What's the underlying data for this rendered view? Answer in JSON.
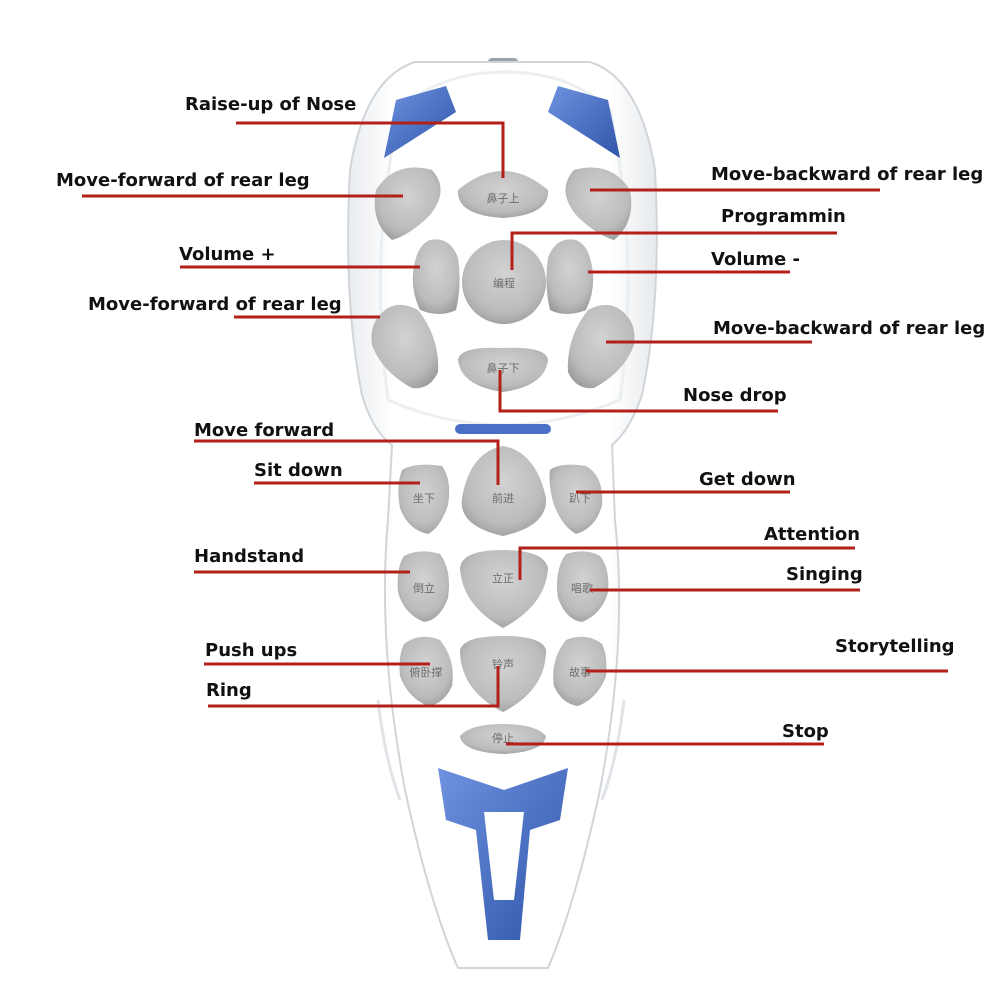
{
  "colors": {
    "leader_line": "#b3201a",
    "accent_blue": "#4a6fc4",
    "button_gray": "#bdbdbd",
    "body_white": "#ffffff"
  },
  "remote": {
    "buttons": {
      "nose_up": "鼻子上",
      "program": "编程",
      "nose_down": "鼻子下",
      "forward": "前进",
      "sit": "坐下",
      "lie": "趴下",
      "stand": "立正",
      "handstand": "倒立",
      "sing": "唱歌",
      "ring": "铃声",
      "pushup": "俯卧撑",
      "story": "故事",
      "stop": "停止"
    }
  },
  "labels": {
    "raise_nose": "Raise-up of Nose",
    "fwd_rear_leg_1": "Move-forward of rear leg",
    "back_rear_leg_1": "Move-backward of rear leg",
    "programming": "Programmin",
    "volume_plus": "Volume +",
    "volume_minus": "Volume -",
    "fwd_rear_leg_2": "Move-forward of rear leg",
    "back_rear_leg_2": "Move-backward of rear leg",
    "nose_drop": "Nose drop",
    "move_forward": "Move forward",
    "sit_down": "Sit down",
    "get_down": "Get down",
    "attention": "Attention",
    "handstand": "Handstand",
    "singing": "Singing",
    "push_ups": "Push ups",
    "storytelling": "Storytelling",
    "ring": "Ring",
    "stop": "Stop"
  }
}
